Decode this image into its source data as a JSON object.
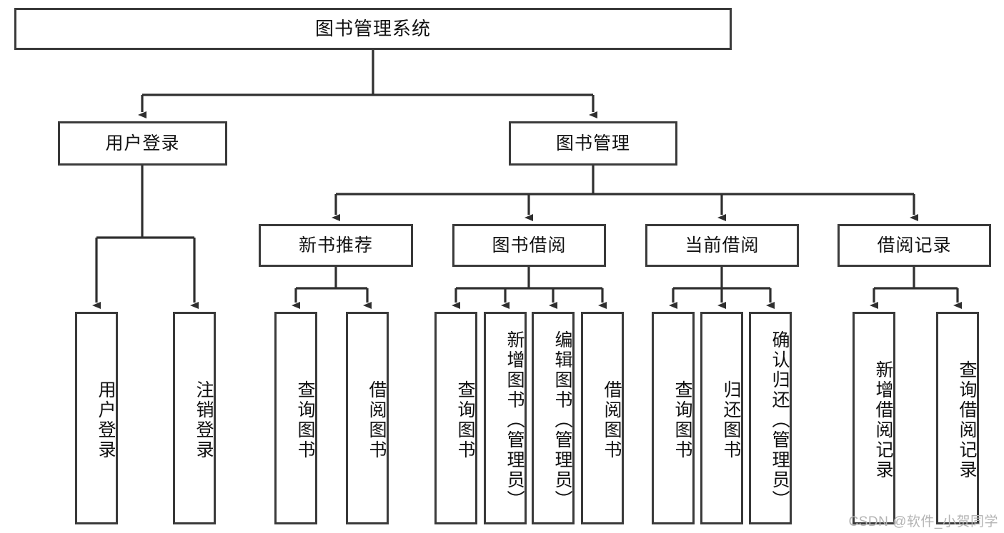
{
  "diagram": {
    "title": "图书管理系统",
    "type": "tree-hierarchy",
    "root": {
      "id": "root",
      "label": "图书管理系统"
    },
    "level1": [
      {
        "id": "user-login",
        "label": "用户登录"
      },
      {
        "id": "book-manage",
        "label": "图书管理"
      }
    ],
    "level2": [
      {
        "id": "new-book-recommend",
        "label": "新书推荐",
        "parent": "book-manage"
      },
      {
        "id": "book-borrow",
        "label": "图书借阅",
        "parent": "book-manage"
      },
      {
        "id": "current-borrow",
        "label": "当前借阅",
        "parent": "book-manage"
      },
      {
        "id": "borrow-record",
        "label": "借阅记录",
        "parent": "book-manage"
      }
    ],
    "leaves": {
      "user-login": [
        {
          "id": "leaf-user-login",
          "label": "用户登录"
        },
        {
          "id": "leaf-user-logout",
          "label": "注销登录"
        }
      ],
      "new-book-recommend": [
        {
          "id": "leaf-query-book-1",
          "label": "查询图书"
        },
        {
          "id": "leaf-borrow-book-1",
          "label": "借阅图书"
        }
      ],
      "book-borrow": [
        {
          "id": "leaf-query-book-2",
          "label": "查询图书"
        },
        {
          "id": "leaf-add-book",
          "label": "新增图书（管理员）"
        },
        {
          "id": "leaf-edit-book",
          "label": "编辑图书（管理员）"
        },
        {
          "id": "leaf-borrow-book-2",
          "label": "借阅图书"
        }
      ],
      "current-borrow": [
        {
          "id": "leaf-query-book-3",
          "label": "查询图书"
        },
        {
          "id": "leaf-return-book",
          "label": "归还图书"
        },
        {
          "id": "leaf-confirm-return",
          "label": "确认归还（管理员）"
        }
      ],
      "borrow-record": [
        {
          "id": "leaf-add-record",
          "label": "新增借阅记录"
        },
        {
          "id": "leaf-query-record",
          "label": "查询借阅记录"
        }
      ]
    }
  },
  "watermark": {
    "text": "CSDN @软件_小贺同学"
  },
  "colors": {
    "box_border": "#3a3a3a",
    "box_fill": "#ffffff",
    "connector": "#2f2f2f",
    "text": "#111111",
    "watermark": "#b4b4b4",
    "background": "#ffffff"
  }
}
